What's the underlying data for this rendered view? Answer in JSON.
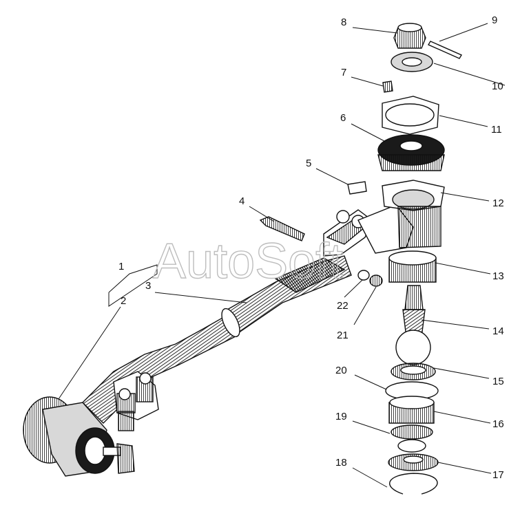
{
  "watermark": "AutoSoft",
  "colors": {
    "ink": "#111111",
    "paper": "#ffffff",
    "dark": "#1a1a1a",
    "mid": "#8a8a8a",
    "light": "#d8d8d8",
    "watermark": "#bdbdbd"
  },
  "callouts": {
    "n1": "1",
    "n2": "2",
    "n3": "3",
    "n4": "4",
    "n5": "5",
    "n6": "6",
    "n7": "7",
    "n8": "8",
    "n9": "9",
    "n10": "10",
    "n11": "11",
    "n12": "12",
    "n13": "13",
    "n14": "14",
    "n15": "15",
    "n16": "16",
    "n17": "17",
    "n18": "18",
    "n19": "19",
    "n20": "20",
    "n21": "21",
    "n22": "22"
  }
}
